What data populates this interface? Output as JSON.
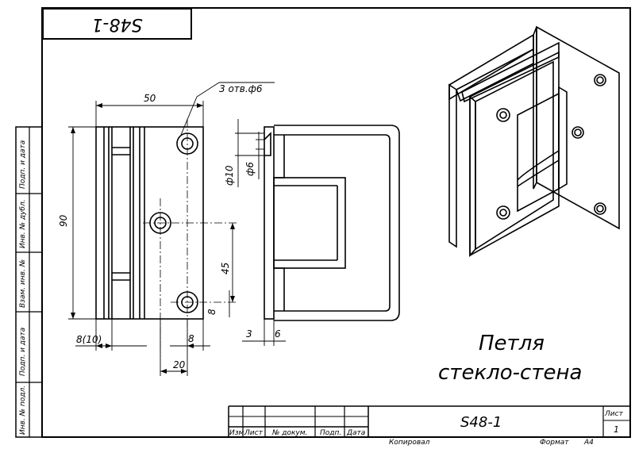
{
  "drawing": {
    "code": "S48-1",
    "code_stamp": "S48-1",
    "title_line1": "Петля",
    "title_line2": "стекло-стена"
  },
  "dimensions": {
    "d50": "50",
    "holes_note": "3 отв.ф6",
    "d90": "90",
    "d45": "45",
    "d8v": "8",
    "d8h": "8",
    "d20": "20",
    "d8_10": "8(10)",
    "phi10": "ф10",
    "phi6": "ф6",
    "d3": "3",
    "d6": "6"
  },
  "side_labels": [
    "Подп. и дата",
    "Инв. № дубл.",
    "Взам. инв. №",
    "Подп. и дата",
    "Инв. № подл."
  ],
  "title_block": {
    "headers": [
      "Изм.",
      "Лист",
      "№ докум.",
      "Подп.",
      "Дата"
    ],
    "sheet_label": "Лист",
    "sheet_number": "1",
    "copied_label": "Копировал",
    "format_label": "Формат",
    "format_value": "А4"
  }
}
